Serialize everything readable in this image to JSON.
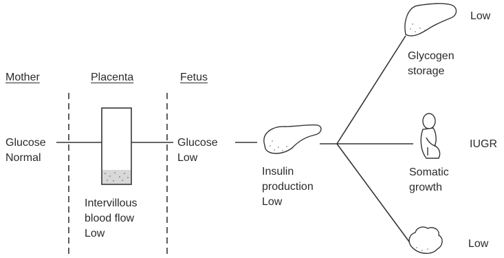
{
  "columns": {
    "mother": "Mother",
    "placenta": "Placenta",
    "fetus": "Fetus"
  },
  "mother_glucose": {
    "line1": "Glucose",
    "line2": "Normal"
  },
  "intervillous": {
    "line1": "Intervillous",
    "line2": "blood flow",
    "line3": "Low"
  },
  "fetal_glucose": {
    "line1": "Glucose",
    "line2": "Low"
  },
  "insulin": {
    "line1": "Insulin",
    "line2": "production",
    "line3": "Low"
  },
  "liver": {
    "level": "Low",
    "line1": "Glycogen",
    "line2": "storage"
  },
  "growth": {
    "level": "IUGR",
    "line1": "Somatic",
    "line2": "growth"
  },
  "third_organ": {
    "level": "Low"
  },
  "icons": [
    "liver-icon",
    "fetus-icon",
    "pancreas-icon",
    "adipose-icon"
  ]
}
